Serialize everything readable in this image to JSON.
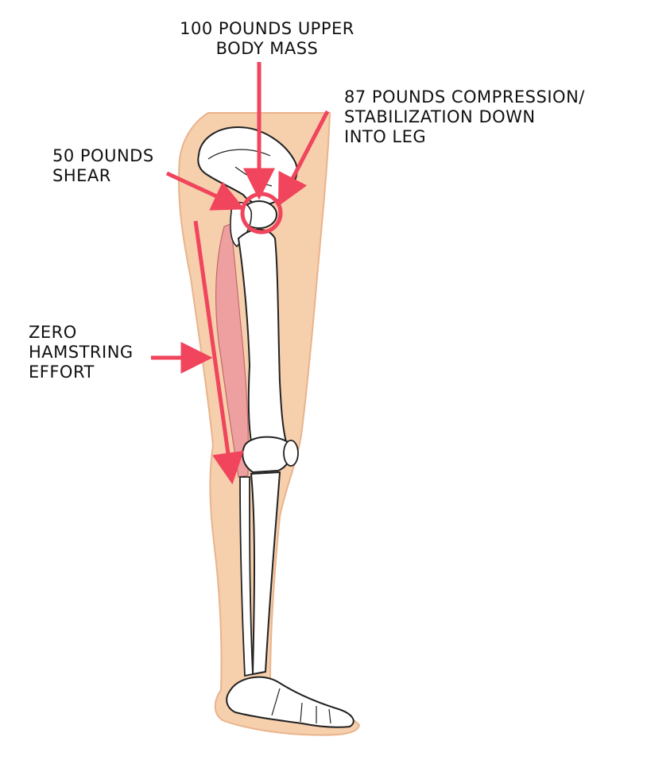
{
  "labels": {
    "upper_body": [
      "100 POUNDS UPPER",
      "BODY MASS"
    ],
    "compression": [
      "87 POUNDS COMPRESSION/",
      "STABILIZATION DOWN",
      "INTO LEG"
    ],
    "shear": [
      "50 POUNDS",
      "SHEAR"
    ],
    "hamstring": [
      "ZERO",
      "HAMSTRING",
      "EFFORT"
    ]
  },
  "colors": {
    "arrow": "#f0455c",
    "skin": "#f6cfad",
    "skin_outline": "#e9b48c",
    "bone": "#ffffff",
    "bone_outline": "#222222",
    "muscle": "#eea0a0"
  },
  "icons": {
    "leg": "leg-skeleton-illustration",
    "hip_marker": "hip-joint-circle-icon"
  }
}
